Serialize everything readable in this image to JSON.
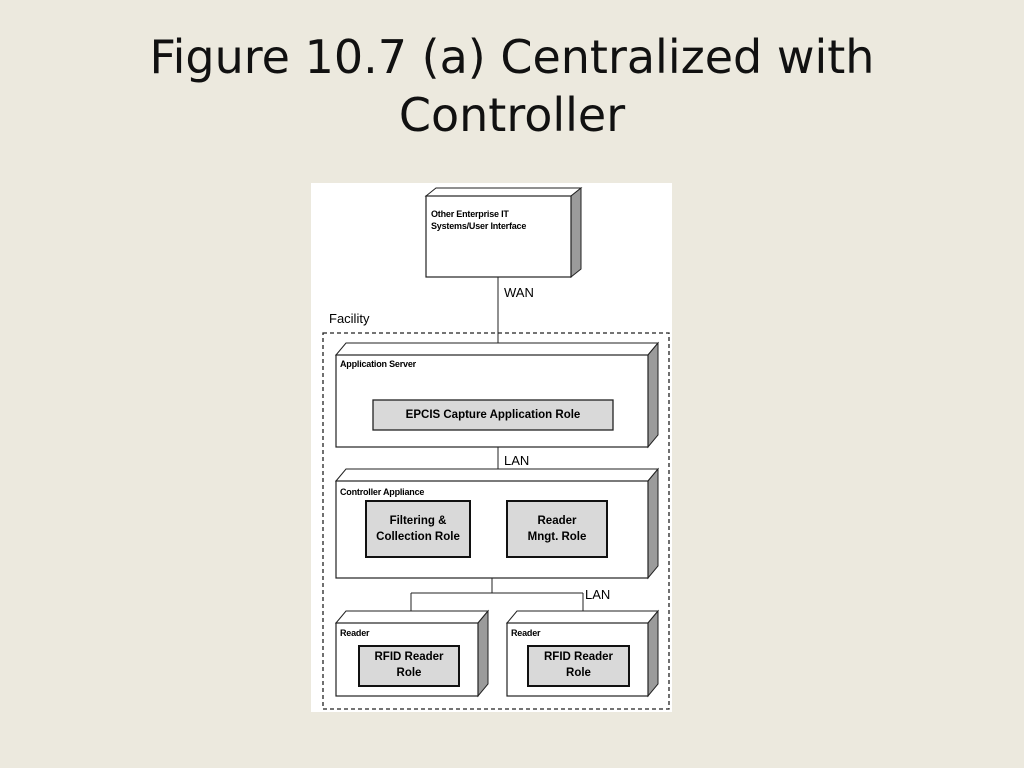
{
  "slide": {
    "title_line1": "Figure 10.7 (a) Centralized with",
    "title_line2": "Controller"
  },
  "diagram": {
    "enterprise_box": {
      "label_line1": "Other Enterprise IT",
      "label_line2": "Systems/User Interface"
    },
    "wan_label": "WAN",
    "facility_label": "Facility",
    "application_server": {
      "label": "Application Server",
      "role": "EPCIS Capture Application Role"
    },
    "lan_label_1": "LAN",
    "controller_appliance": {
      "label": "Controller Appliance",
      "role_filtering_line1": "Filtering &",
      "role_filtering_line2": "Collection Role",
      "role_reader_mgmt_line1": "Reader",
      "role_reader_mgmt_line2": "Mngt. Role"
    },
    "lan_label_2": "LAN",
    "reader_left": {
      "label": "Reader",
      "role_line1": "RFID Reader",
      "role_line2": "Role"
    },
    "reader_right": {
      "label": "Reader",
      "role_line1": "RFID Reader",
      "role_line2": "Role"
    }
  }
}
